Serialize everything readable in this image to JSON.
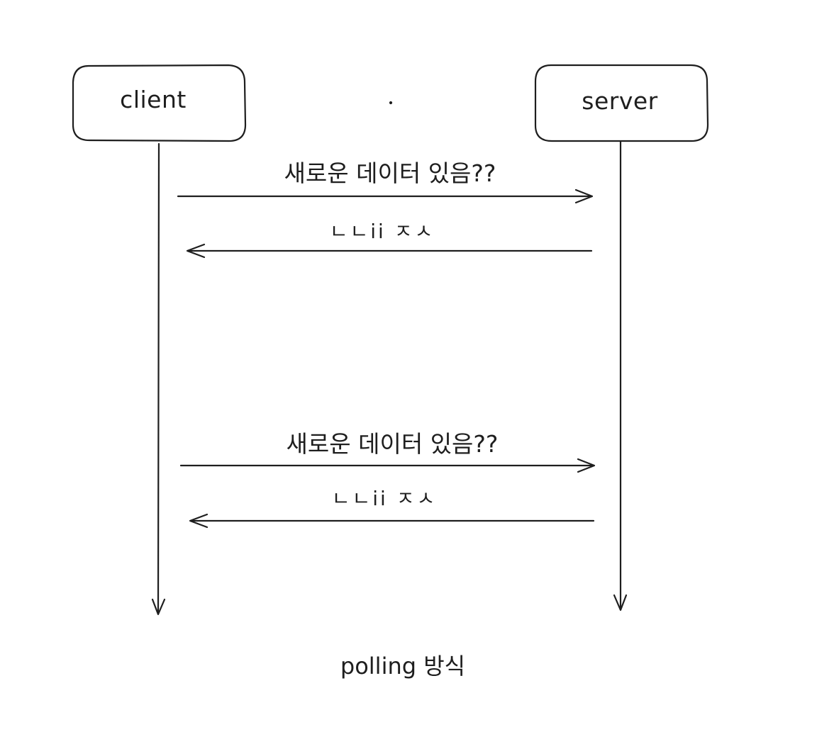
{
  "actors": {
    "client": {
      "label": "client"
    },
    "server": {
      "label": "server"
    }
  },
  "messages": [
    {
      "id": "request-1",
      "from": "client",
      "to": "server",
      "label": "새로운 데이터 있음??"
    },
    {
      "id": "response-1",
      "from": "server",
      "to": "client",
      "label": "ㄴㄴii ㅈㅅ"
    },
    {
      "id": "request-2",
      "from": "client",
      "to": "server",
      "label": "새로운 데이터 있음??"
    },
    {
      "id": "response-2",
      "from": "server",
      "to": "client",
      "label": "ㄴㄴii ㅈㅅ"
    }
  ],
  "caption": "polling 방식",
  "colors": {
    "stroke": "#1e1e1e",
    "background": "#ffffff"
  }
}
